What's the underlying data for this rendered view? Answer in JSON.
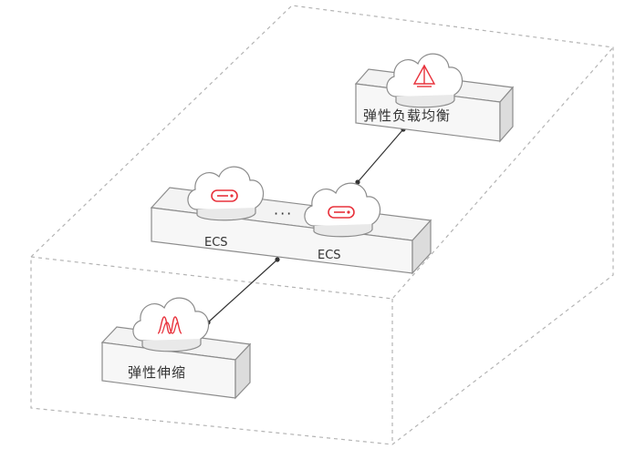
{
  "diagram": {
    "nodes": {
      "elb": {
        "label": "弹性负载均衡",
        "icon": "load-balancer-icon"
      },
      "ecs_left": {
        "label": "ECS",
        "icon": "server-icon"
      },
      "ecs_right": {
        "label": "ECS",
        "icon": "server-icon"
      },
      "as": {
        "label": "弹性伸缩",
        "icon": "auto-scaling-icon"
      }
    },
    "ellipsis": "···",
    "colors": {
      "accent": "#e8323c",
      "platform_top": "#f3f3f3",
      "platform_side": "#dcdcdc",
      "stroke": "#8c8c8c",
      "boundary": "#b4b4b4",
      "connector": "#333333"
    }
  }
}
